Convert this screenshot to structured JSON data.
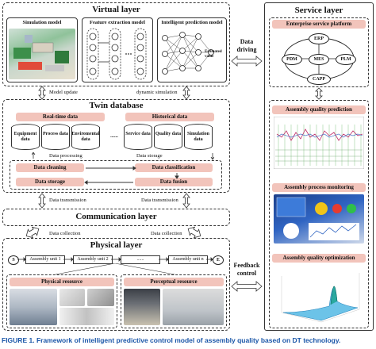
{
  "virtual_layer": {
    "title": "Virtual layer",
    "simulation_model": "Simulation model",
    "feature_extraction_model": "Feature extraction model",
    "intelligent_prediction_model": "Intelligent prediction model",
    "estimated_value": "Estimated value"
  },
  "flows": {
    "model_update": "Model update",
    "dynamic_simulation": "dynamic simulation",
    "data_driving": "Data driving",
    "data_processing": "Data processing",
    "data_storage": "Data storage",
    "data_transmission_left": "Data transmission",
    "data_transmission_right": "Data transmission",
    "data_collection_left": "Data collection",
    "data_collection_right": "Data collection",
    "feedback_control": "Feedback control"
  },
  "twin_database": {
    "title": "Twin database",
    "realtime_title": "Real-time data",
    "historical_title": "Historical data",
    "realtime_items": [
      "Equipment data",
      "Process data",
      "Enviromental data"
    ],
    "historical_items": [
      "Service data",
      "Quality data",
      "Simulation data"
    ],
    "ellipsis": "......",
    "data_cleaning": "Data cleaning",
    "data_classification": "Data classification",
    "data_storage_box": "Data storage",
    "data_fusion": "Data fusion"
  },
  "communication_layer": {
    "title": "Communication layer"
  },
  "physical_layer": {
    "title": "Physical layer",
    "start": "S",
    "end": "E",
    "units": [
      "Assembly unit 1",
      "Assembly unit 2",
      "......",
      "Assembly unit n"
    ],
    "physical_resource": "Physical resource",
    "perceptual_resource": "Perceptual resource"
  },
  "service_layer": {
    "title": "Service layer",
    "platform_title": "Enterprise service platform",
    "nodes": [
      "ERP",
      "PDM",
      "MES",
      "PLM",
      "CAPP"
    ],
    "assembly_quality_prediction": "Assembly quality prediction",
    "assembly_process_monitoring": "Assembly process monitoring",
    "assembly_quality_optimization": "Assembly quality optimization"
  },
  "caption": {
    "label": "FIGURE 1.",
    "text": "Framework of intelligent predictive control model of assembly quality based on DT technology."
  }
}
